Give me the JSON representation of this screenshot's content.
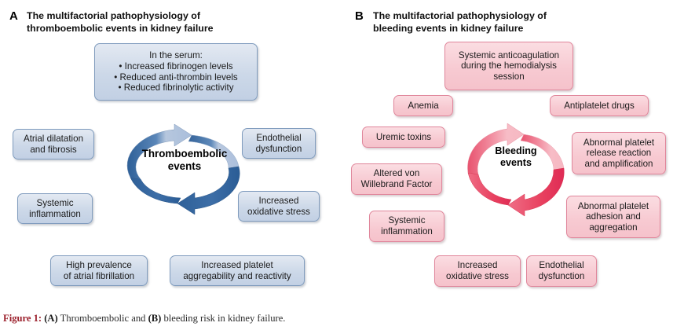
{
  "figure": {
    "caption_label": "Figure 1:",
    "caption_a_tag": "(A)",
    "caption_text_1": " Thromboembolic and ",
    "caption_b_tag": "(B)",
    "caption_text_2": " bleeding risk in kidney failure."
  },
  "colors": {
    "blue_fill": "#ccd8e8",
    "blue_border": "#7f9bbd",
    "blue_arrow_dark": "#2f6098",
    "blue_arrow_light": "#aabedb",
    "pink_fill": "#f7c9d1",
    "pink_border": "#e0869b",
    "pink_arrow_dark": "#e23f63",
    "pink_arrow_light": "#f6b8c2",
    "caption_accent": "#9b1f2b",
    "background": "#ffffff"
  },
  "panel_a": {
    "letter": "A",
    "title": "The multifactorial pathophysiology of\nthromboembolic events in kidney failure",
    "cycle_label": "Thromboembolic\nevents",
    "serum_box": "In the serum:\n• Increased fibrinogen levels\n• Reduced anti-thrombin levels\n• Reduced fibrinolytic activity",
    "nodes": [
      {
        "id": "atrial-dilatation",
        "text": "Atrial dilatation\nand fibrosis"
      },
      {
        "id": "endothelial-dysfunction",
        "text": "Endothelial\ndysfunction"
      },
      {
        "id": "systemic-inflammation",
        "text": "Systemic\ninflammation"
      },
      {
        "id": "increased-oxidative-stress",
        "text": "Increased\noxidative stress"
      },
      {
        "id": "high-prevalence-af",
        "text": "High prevalence\nof atrial fibrillation"
      },
      {
        "id": "increased-platelet-aggregability",
        "text": "Increased platelet\naggregability and reactivity"
      }
    ]
  },
  "panel_b": {
    "letter": "B",
    "title": "The multifactorial pathophysiology of\nbleeding events in kidney failure",
    "cycle_label": "Bleeding\nevents",
    "nodes": [
      {
        "id": "systemic-anticoagulation",
        "text": "Systemic anticoagulation\nduring the hemodialysis\nsession"
      },
      {
        "id": "anemia",
        "text": "Anemia"
      },
      {
        "id": "antiplatelet-drugs",
        "text": "Antiplatelet drugs"
      },
      {
        "id": "uremic-toxins",
        "text": "Uremic toxins"
      },
      {
        "id": "abnormal-platelet-release",
        "text": "Abnormal platelet\nrelease reaction\nand amplification"
      },
      {
        "id": "altered-vwf",
        "text": "Altered von\nWillebrand Factor"
      },
      {
        "id": "abnormal-platelet-adhesion",
        "text": "Abnormal platelet\nadhesion and\naggregation"
      },
      {
        "id": "systemic-inflammation-b",
        "text": "Systemic\ninflammation"
      },
      {
        "id": "increased-oxidative-stress-b",
        "text": "Increased\noxidative stress"
      },
      {
        "id": "endothelial-dysfunction-b",
        "text": "Endothelial\ndysfunction"
      }
    ]
  }
}
